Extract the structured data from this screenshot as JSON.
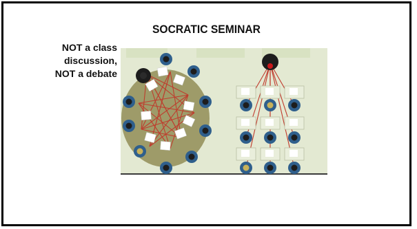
{
  "slide": {
    "title": "SOCRATIC SEMINAR",
    "caption_lines": [
      "NOT  a class",
      "discussion,",
      "NOT a debate"
    ]
  },
  "illustration": {
    "panels": [
      "seminar-circle",
      "classroom-rows"
    ],
    "colors": {
      "background": "#e3e9d2",
      "table": "#9e9b69",
      "student_body": "#2f5f8c",
      "head": "#1d1d1d",
      "leader_highlight": "#c8171b",
      "line": "#c0392b",
      "desk": "#e9eedb",
      "paper": "#ffffff"
    }
  }
}
